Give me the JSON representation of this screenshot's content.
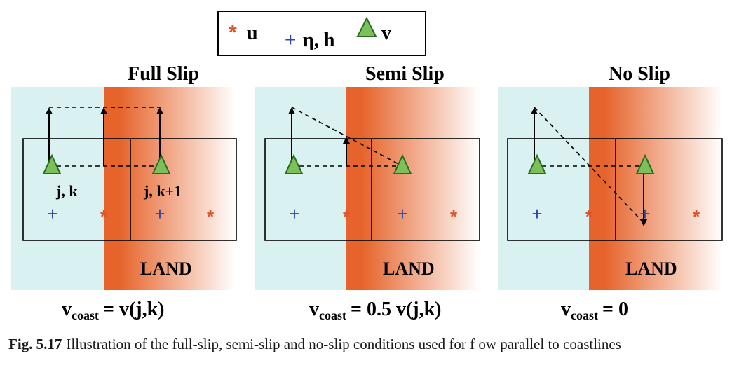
{
  "legend": {
    "u": {
      "symbol": "*",
      "label": "u"
    },
    "eta_h": {
      "symbol": "+",
      "label": "η, h"
    },
    "v": {
      "label": "v"
    }
  },
  "panels": [
    {
      "title": "Full Slip",
      "land_label": "LAND",
      "formula": {
        "var": "v",
        "sub": "coast",
        "rhs": "= v(j,k)"
      },
      "cell_labels": [
        "j, k",
        "j, k+1"
      ]
    },
    {
      "title": "Semi Slip",
      "land_label": "LAND",
      "formula": {
        "var": "v",
        "sub": "coast",
        "rhs": "= 0.5 v(j,k)"
      },
      "cell_labels": []
    },
    {
      "title": "No Slip",
      "land_label": "LAND",
      "formula": {
        "var": "v",
        "sub": "coast",
        "rhs": "= 0"
      },
      "cell_labels": []
    }
  ],
  "caption": {
    "number": "Fig. 5.17",
    "text": "Illustration of the full-slip, semi-slip and no-slip conditions used for f ow parallel to coastlines"
  },
  "colors": {
    "water": "#d9f1f1",
    "land": "#e6642c",
    "star": "#e0532a",
    "plus": "#2a46a8",
    "triangle_fill": "#7cc05a",
    "triangle_stroke": "#2a6a23"
  }
}
